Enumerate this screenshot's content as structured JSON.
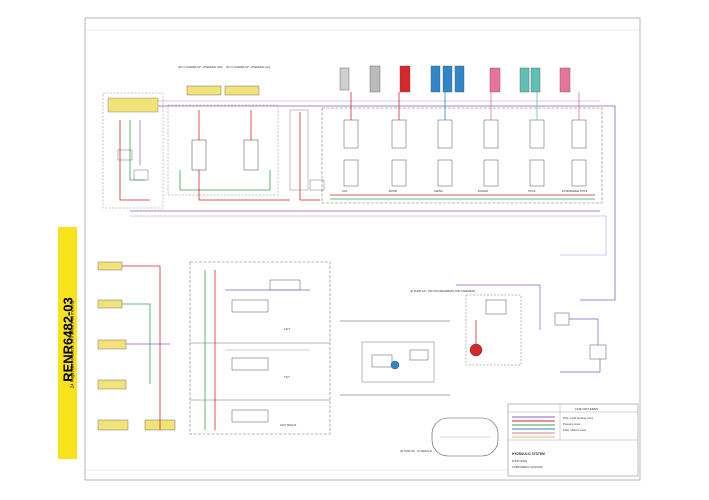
{
  "document": {
    "number": "RENR6482-03",
    "subtitle": "24 Page, (Dimensions: 24 inches x 36 inches)"
  },
  "labels": {
    "left_upper_block": "(20) CYLINDER GP - STEERING (RH)",
    "left_upper_block2": "(21) CYLINDER GP - STEERING (LH)",
    "valve_aux": "AUX",
    "valve_bucket": "BUCKET",
    "valve_boom": "BOOM",
    "valve_stick": "STICK",
    "valve_swing": "SWING",
    "valve_extendable": "EXTENDABLE STICK",
    "lift": "LIFT",
    "tilt": "TILT",
    "aux_right": "AUX RIGHT",
    "pump": "(2) PUMP GP - PISTON (IMPLEMENT AND STEERING)",
    "tank": "(5) TANK GP - HYDRAULIC",
    "legend": "LINE PATTERNS",
    "pattern1": "Pilot / Load Sensing Lines",
    "pattern2": "Pressure Lines",
    "pattern3": "Drain / Return Lines",
    "title_block": "HYDRAULIC SYSTEM",
    "schematic": "FUNCTIONS",
    "components": "COMPONENT LOCATION"
  },
  "colors": {
    "pressure": "#d9262b",
    "pilot": "#8e5ec2",
    "pilot_light": "#c7b6e6",
    "green": "#3aa35a",
    "blue": "#2f86c9",
    "pink": "#e8749a",
    "teal": "#5fbfb2",
    "olive": "#c8c85a",
    "banner": "#f7e21b"
  }
}
